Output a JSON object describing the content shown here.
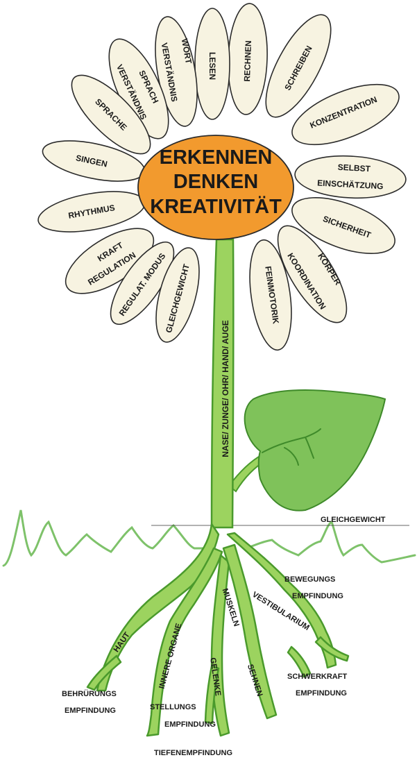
{
  "colors": {
    "petal_fill": "#f7f3e1",
    "petal_stroke": "#2b2b2b",
    "center_fill": "#f29a2e",
    "stem_fill": "#9cd35f",
    "stem_stroke": "#4a9a2c",
    "leaf_fill": "#7fc25a",
    "grass": "#7ec26a"
  },
  "center": {
    "line1": "ERKENNEN",
    "line2": "DENKEN",
    "line3": "KREATIVITÄT"
  },
  "petals": {
    "sprache": "SPRACHE",
    "sprachverstaendnis_1": "SPRACH",
    "sprachverstaendnis_2": "VERSTÄNDNIS",
    "wortverstaendnis_1": "WORT",
    "wortverstaendnis_2": "VERSTÄNDNIS",
    "lesen": "LESEN",
    "rechnen": "RECHNEN",
    "schreiben": "SCHREIBEN",
    "konzentration": "KONZENTRATION",
    "selbst_1": "SELBST",
    "selbst_2": "EINSCHÄTZUNG",
    "sicherheit": "SICHERHEIT",
    "koerper_1": "KÖRPER",
    "koerper_2": "KOORDINATION",
    "feinmotorik": "FEINMOTORIK",
    "gleichgewicht": "GLEICHGEWICHT",
    "regulat_modus": "REGULAT. MODUS",
    "kraft_1": "KRAFT",
    "kraft_2": "REGULATION",
    "rhythmus": "RHYTHMUS",
    "singen": "SINGEN"
  },
  "stem": {
    "label": "NASE/ ZUNGE/ OHR/ HAND/ AUGE"
  },
  "ground": {
    "gleichgewicht": "GLEICHGEWICHT"
  },
  "roots": {
    "haut": "HAUT",
    "innere_organe": "INNERE ORGANE",
    "gelenke": "GELENKE",
    "muskeln": "MUSKELN",
    "sehnen": "SEHNEN",
    "vestibularium": "VESTIBULARIUM"
  },
  "labels": {
    "bewegungs_1": "BEWEGUNGS",
    "bewegungs_2": "EMPFINDUNG",
    "schwerkraft_1": "SCHWERKRAFT",
    "schwerkraft_2": "EMPFINDUNG",
    "beruehrungs_1": "BEHRÜRUNGS",
    "beruehrungs_2": "EMPFINDUNG",
    "stellungs_1": "STELLUNGS",
    "stellungs_2": "EMPFINDUNG",
    "tiefen": "TIEFENEMPFINDUNG"
  }
}
